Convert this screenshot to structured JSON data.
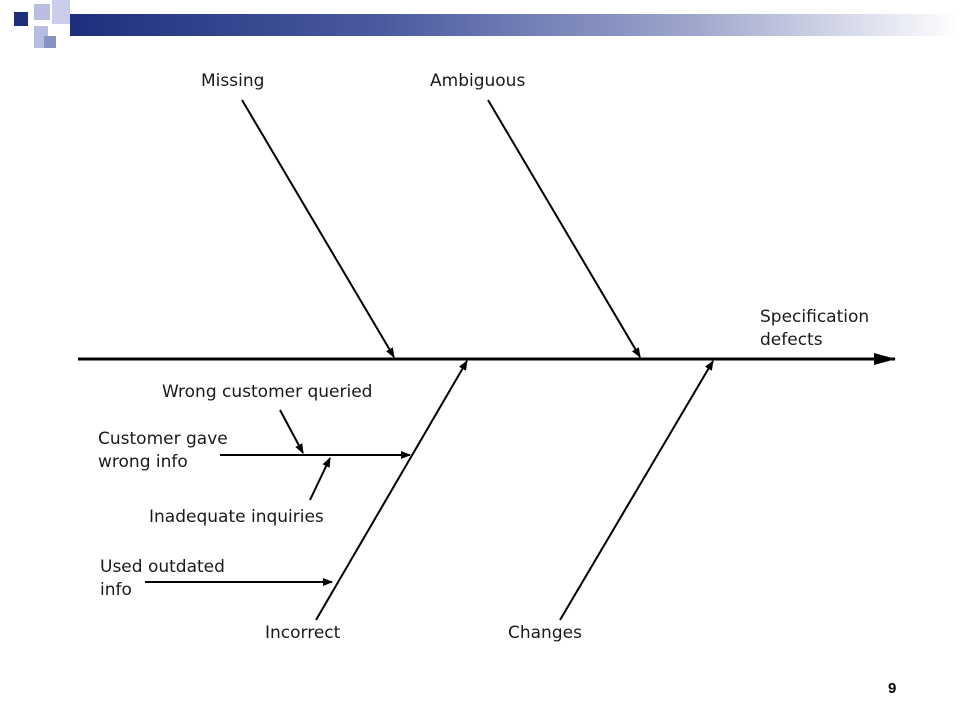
{
  "slide": {
    "page_number": "9",
    "accent_colors": {
      "dark": "#1d2f7c",
      "mid": "#4b5aa0",
      "light": "#b6bde0"
    }
  },
  "diagram": {
    "effect": {
      "line1": "Specification",
      "line2": "defects"
    },
    "causes": {
      "missing": "Missing",
      "ambiguous": "Ambiguous",
      "incorrect": "Incorrect",
      "changes": "Changes"
    },
    "sub_causes": {
      "customer_gave_wrong_info": {
        "line1": "Customer gave",
        "line2": "wrong info"
      },
      "used_outdated_info": {
        "line1": "Used outdated",
        "line2": "info"
      },
      "wrong_customer_queried": "Wrong customer queried",
      "inadequate_inquiries": "Inadequate inquiries"
    }
  }
}
